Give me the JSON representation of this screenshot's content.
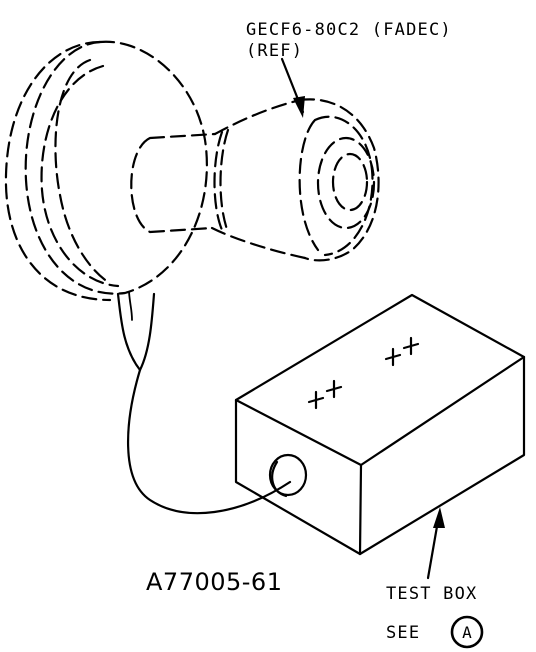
{
  "labels": {
    "engine_line1": "GECF6-80C2 (FADEC)",
    "engine_line2": "(REF)",
    "figure_id": "A77005-61",
    "test_box": "TEST BOX",
    "see": "SEE",
    "detail_ref": "A"
  }
}
